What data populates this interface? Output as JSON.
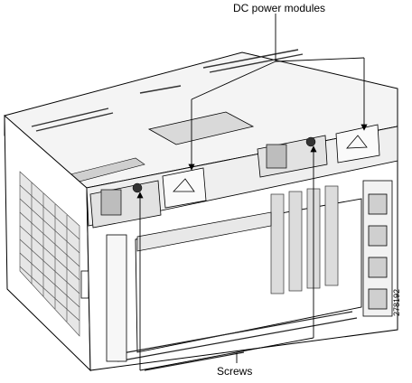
{
  "callouts": {
    "dc_power_modules": "DC power modules",
    "screws": "Screws"
  },
  "figure_number": "278192",
  "colors": {
    "line": "#000000",
    "background": "#ffffff",
    "shade": "#d9d9d9",
    "dark": "#333333"
  }
}
